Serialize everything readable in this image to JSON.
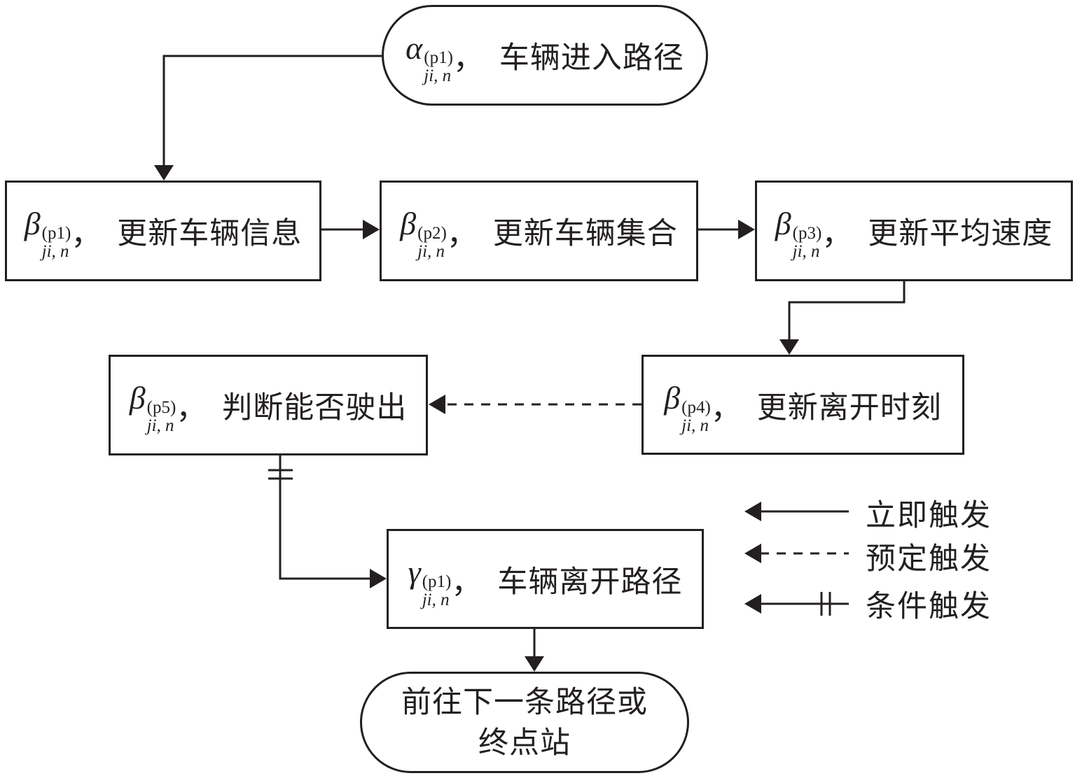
{
  "nodes": {
    "start": {
      "symbol": "α",
      "sup": "(p1)",
      "sub": "ji, n",
      "text": "车辆进入路径"
    },
    "b1": {
      "symbol": "β",
      "sup": "(p1)",
      "sub": "ji, n",
      "text": "更新车辆信息"
    },
    "b2": {
      "symbol": "β",
      "sup": "(p2)",
      "sub": "ji, n",
      "text": "更新车辆集合"
    },
    "b3": {
      "symbol": "β",
      "sup": "(p3)",
      "sub": "ji, n",
      "text": "更新平均速度"
    },
    "b4": {
      "symbol": "β",
      "sup": "(p4)",
      "sub": "ji, n",
      "text": "更新离开时刻"
    },
    "b5": {
      "symbol": "β",
      "sup": "(p5)",
      "sub": "ji, n",
      "text": "判断能否驶出"
    },
    "g1": {
      "symbol": "γ",
      "sup": "(p1)",
      "sub": "ji, n",
      "text": "车辆离开路径"
    },
    "end": {
      "line1": "前往下一条路径或",
      "line2": "终点站"
    }
  },
  "comma": "，",
  "legend": {
    "immediate": "立即触发",
    "scheduled": "预定触发",
    "conditional": "条件触发"
  },
  "edges": [
    {
      "from": "start",
      "to": "b1",
      "type": "immediate"
    },
    {
      "from": "b1",
      "to": "b2",
      "type": "immediate"
    },
    {
      "from": "b2",
      "to": "b3",
      "type": "immediate"
    },
    {
      "from": "b3",
      "to": "b4",
      "type": "immediate"
    },
    {
      "from": "b4",
      "to": "b5",
      "type": "scheduled"
    },
    {
      "from": "b5",
      "to": "g1",
      "type": "conditional"
    },
    {
      "from": "g1",
      "to": "end",
      "type": "immediate"
    }
  ]
}
